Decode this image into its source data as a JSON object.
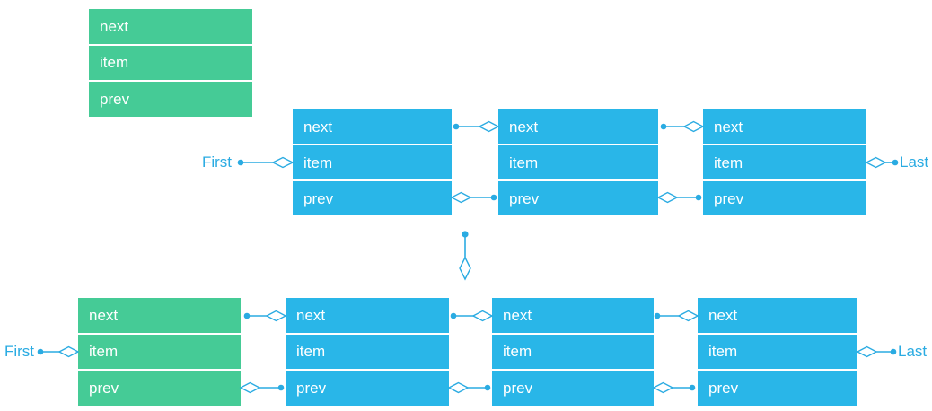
{
  "diagram": {
    "type": "doubly-linked-list insertion diagram",
    "colors": {
      "green_node": "#45cb96",
      "blue_node": "#29b6e8",
      "connector": "#2aabe2",
      "node_text": "#ffffff",
      "endpoint_label_text": "#2aabe2"
    },
    "icons": {
      "arrowhead": "open-diamond",
      "origin_marker": "filled-dot"
    },
    "legend_node": {
      "rows": [
        "next",
        "item",
        "prev"
      ]
    },
    "list_before": {
      "first_label": "First",
      "last_label": "Last",
      "nodes": [
        {
          "rows": [
            "next",
            "item",
            "prev"
          ]
        },
        {
          "rows": [
            "next",
            "item",
            "prev"
          ]
        },
        {
          "rows": [
            "next",
            "item",
            "prev"
          ]
        }
      ]
    },
    "list_after": {
      "first_label": "First",
      "last_label": "Last",
      "nodes": [
        {
          "rows": [
            "next",
            "item",
            "prev"
          ]
        },
        {
          "rows": [
            "next",
            "item",
            "prev"
          ]
        },
        {
          "rows": [
            "next",
            "item",
            "prev"
          ]
        },
        {
          "rows": [
            "next",
            "item",
            "prev"
          ]
        }
      ]
    }
  }
}
